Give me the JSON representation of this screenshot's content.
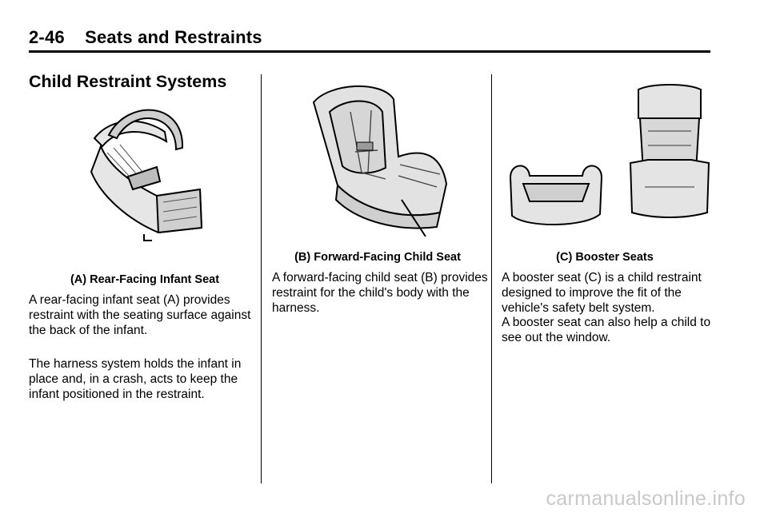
{
  "header": {
    "page_number": "2-46",
    "chapter_title": "Seats and Restraints"
  },
  "section": {
    "title": "Child Restraint Systems"
  },
  "columns": [
    {
      "caption": "(A) Rear-Facing Infant Seat",
      "paragraphs": [
        "A rear-facing infant seat (A) provides restraint with the seating surface against the back of the infant.",
        "The harness system holds the infant in place and, in a crash, acts to keep the infant positioned in the restraint."
      ]
    },
    {
      "caption": "(B) Forward-Facing Child Seat",
      "paragraphs": [
        "A forward-facing child seat (B) provides restraint for the child's body with the harness."
      ]
    },
    {
      "caption": "(C) Booster Seats",
      "paragraphs": [
        "A booster seat (C) is a child restraint designed to improve the fit of the vehicle's safety belt system.",
        "A booster seat can also help a child to see out the window."
      ]
    }
  ],
  "watermark": "carmanualsonline.info"
}
